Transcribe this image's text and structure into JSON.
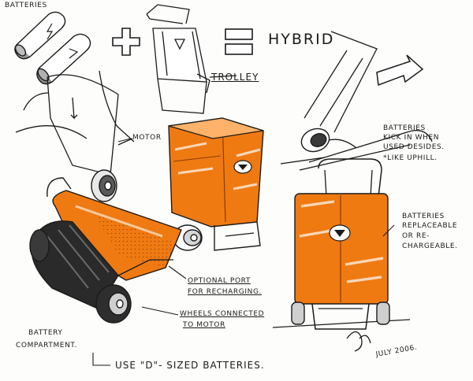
{
  "labels": {
    "batteries": "BATTERIES",
    "hybrid": "HYBRID",
    "trolley": "TROLLEY",
    "motor": "MOTOR",
    "batteries_note_1": "BATTERIES",
    "batteries_note_2": "KICK IN WHEN",
    "batteries_note_3": "USED DESIDES.",
    "batteries_note_4": "*LIKE UPHILL.",
    "replaceable_1": "BATTERIES",
    "replaceable_2": "REPLACEABLE",
    "replaceable_3": "OR RE-",
    "replaceable_4": "CHARGEABLE.",
    "port_1": "OPTIONAL PORT",
    "port_2": "FOR RECHARGING.",
    "wheels_1": "WHEELS CONNECTED",
    "wheels_2": "TO MOTOR",
    "compartment_1": "BATTERY",
    "compartment_2": "COMPARTMENT.",
    "d_sized": "USE \"D\"- SIZED BATTERIES.",
    "signature_date": "JULY 2006."
  },
  "colors": {
    "ink": "#1b1b1b",
    "orange": "#f07a12",
    "orange_dark": "#c85a06",
    "orange_light": "#ffb26a",
    "grey_marker": "#8e8e8e",
    "dark_marker": "#2a2a2a"
  }
}
